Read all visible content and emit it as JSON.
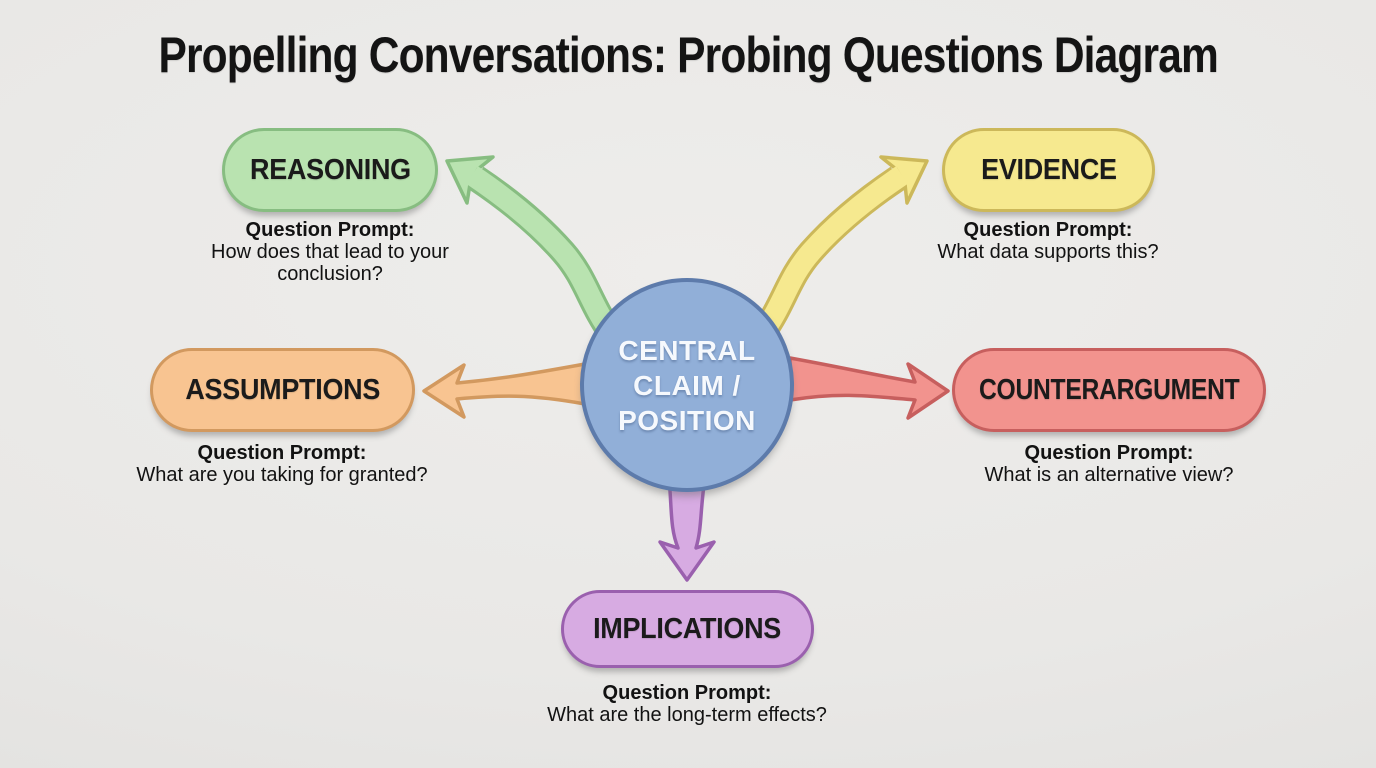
{
  "page": {
    "background": "#e9e8e6",
    "text_color": "#141414"
  },
  "title": "Propelling Conversations: Probing Questions Diagram",
  "center": {
    "lines": [
      "CENTRAL",
      "CLAIM /",
      "POSITION"
    ],
    "fill": "#91afd8",
    "border": "#5d7bab",
    "text_color": "#f6f9fd"
  },
  "nodes": [
    {
      "id": "reasoning",
      "label": "REASONING",
      "prompt_heading": "Question Prompt:",
      "prompt": "How does that lead to your conclusion?",
      "fill": "#b9e3b0",
      "border": "#87bd81"
    },
    {
      "id": "evidence",
      "label": "EVIDENCE",
      "prompt_heading": "Question Prompt:",
      "prompt": "What data supports this?",
      "fill": "#f6e98f",
      "border": "#ccb85a"
    },
    {
      "id": "assumptions",
      "label": "ASSUMPTIONS",
      "prompt_heading": "Question Prompt:",
      "prompt": "What are you taking for granted?",
      "fill": "#f8c491",
      "border": "#d2995f"
    },
    {
      "id": "counterargument",
      "label": "COUNTERARGUMENT",
      "prompt_heading": "Question Prompt:",
      "prompt": "What is an alternative view?",
      "fill": "#f2938e",
      "border": "#c75f5e"
    },
    {
      "id": "implications",
      "label": "IMPLICATIONS",
      "prompt_heading": "Question Prompt:",
      "prompt": "What are the long-term effects?",
      "fill": "#d7abe2",
      "border": "#9a60ae"
    }
  ]
}
